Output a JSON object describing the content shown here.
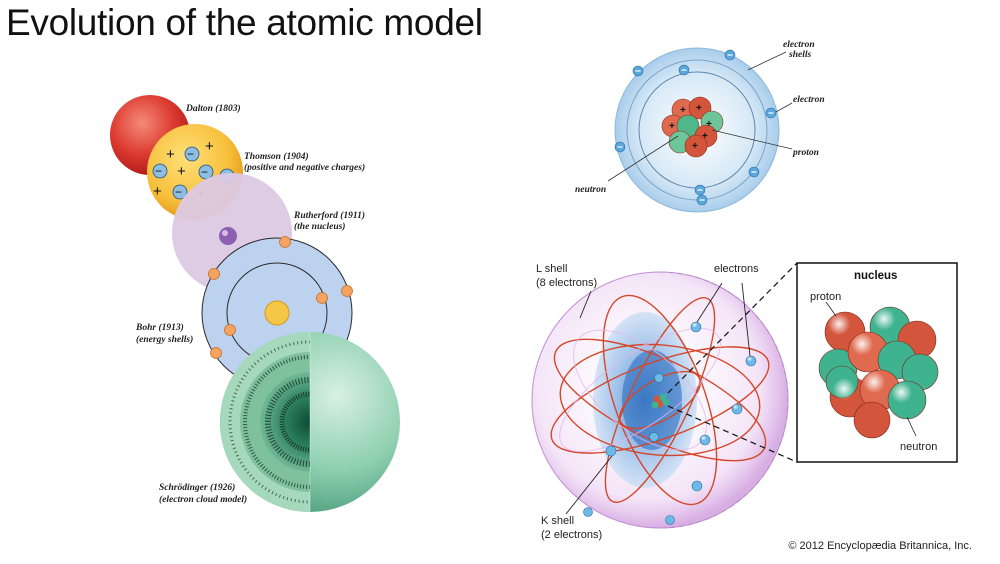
{
  "title": "Evolution of the atomic model",
  "left_models": {
    "dalton": "Dalton (1803)",
    "thomson_line1": "Thomson (1904)",
    "thomson_line2": "(positive and negative charges)",
    "rutherford_line1": "Rutherford (1911)",
    "rutherford_line2": "(the nucleus)",
    "bohr_line1": "Bohr (1913)",
    "bohr_line2": "(energy shells)",
    "schrodinger_line1": "Schrödinger (1926)",
    "schrodinger_line2": "(electron cloud model)"
  },
  "top_atom": {
    "electron_shells_line1": "electron",
    "electron_shells_line2": "shells",
    "electron": "electron",
    "proton": "proton",
    "neutron": "neutron"
  },
  "bottom_atom": {
    "l_shell_line1": "L shell",
    "l_shell_line2": "(8 electrons)",
    "k_shell_line1": "K shell",
    "k_shell_line2": "(2 electrons)",
    "electrons": "electrons",
    "nucleus_title": "nucleus",
    "proton": "proton",
    "neutron": "neutron"
  },
  "symbols": {
    "plus": "+",
    "minus": "−"
  },
  "colors": {
    "proton_red": "#d2553c",
    "neutron_green": "#3fb38f",
    "electron_blue": "#5aa7dc",
    "orbit_red": "#d4472a",
    "shell_blue": "#bcd7ef",
    "outer_shell_purple": "#c89ad6"
  },
  "copyright": "© 2012 Encyclopædia Britannica, Inc."
}
